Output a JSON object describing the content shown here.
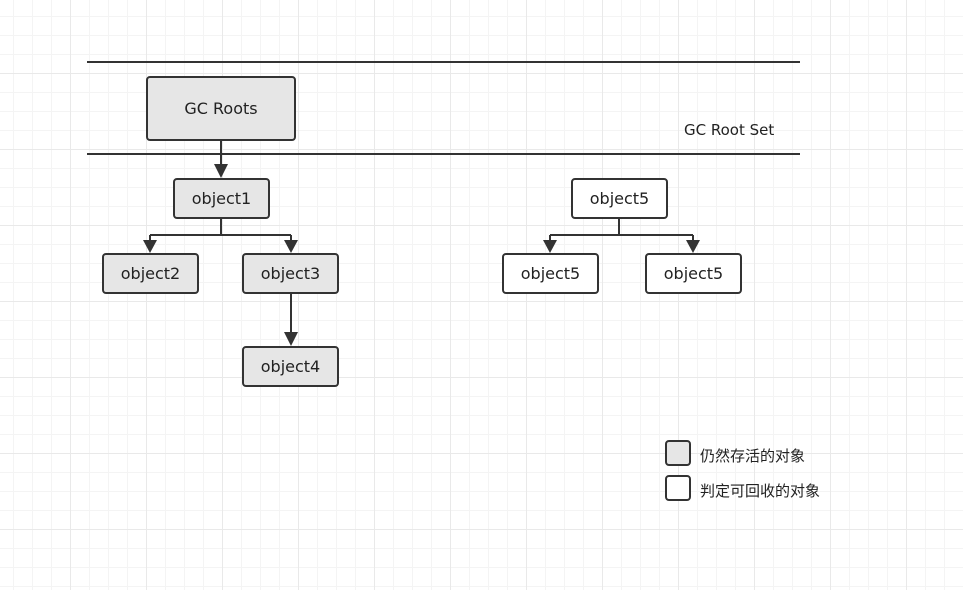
{
  "root_set": {
    "label": "GC Root Set",
    "roots_node": "GC Roots"
  },
  "nodes": {
    "object1": "object1",
    "object2": "object2",
    "object3": "object3",
    "object4": "object4",
    "orphan_parent": "object5",
    "orphan_left": "object5",
    "orphan_right": "object5"
  },
  "node_states": {
    "roots": "live",
    "object1": "live",
    "object2": "live",
    "object3": "live",
    "object4": "live",
    "orphan_parent": "unreachable",
    "orphan_left": "unreachable",
    "orphan_right": "unreachable"
  },
  "legend": {
    "live_label": "仍然存活的对象",
    "dead_label": "判定可回收的对象"
  },
  "colors": {
    "live_fill": "#e6e6e6",
    "dead_fill": "#ffffff",
    "stroke": "#333333"
  }
}
